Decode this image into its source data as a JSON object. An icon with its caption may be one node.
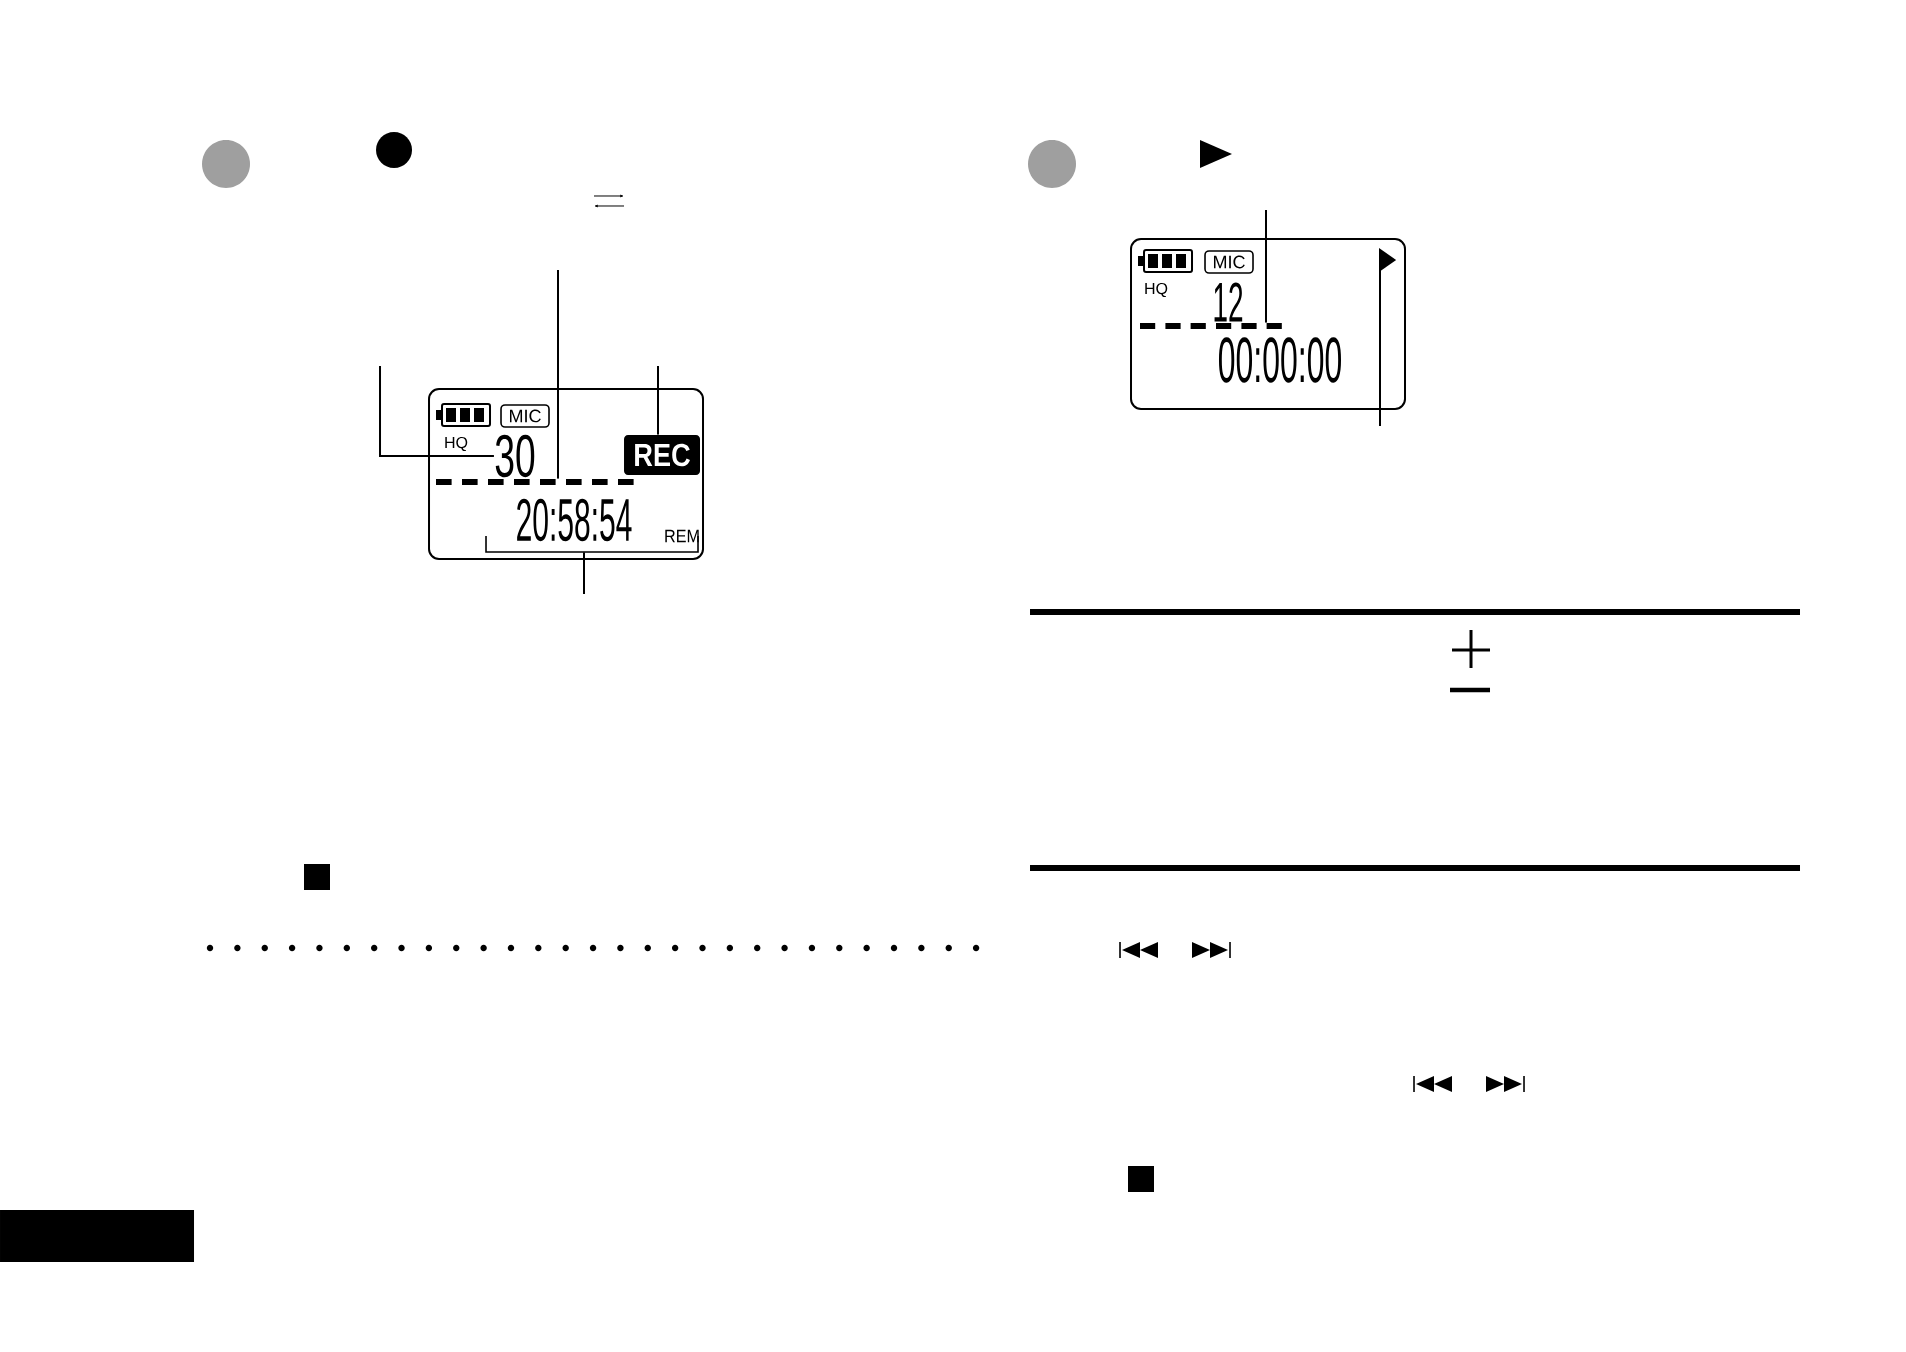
{
  "diagram": {
    "nodes": [
      {
        "text": [],
        "shape": "box"
      },
      {
        "text": [
          "MIC"
        ],
        "in": 0
      },
      {
        "text": [
          "30"
        ],
        "in": 0
      },
      {
        "text": [
          "REC"
        ],
        "in": 0
      },
      {
        "text": [],
        "shape": "bar",
        "in": 0
      },
      {
        "text": [
          "20:58:54"
        ],
        "in": 0
      },
      {
        "text": [],
        "shape": "box"
      },
      {
        "text": [
          "MIC"
        ],
        "in": 6
      },
      {
        "text": [],
        "shape": "bar",
        "in": 6
      },
      {
        "text": [],
        "shape": "triangle",
        "in": 6
      }
    ],
    "edges": [
      {
        "from": null,
        "to": 4,
        "arrow": "none"
      },
      {
        "from": null,
        "to": 2,
        "arrow": "none"
      },
      {
        "from": null,
        "to": 3,
        "arrow": "none"
      },
      {
        "from": null,
        "to": 5,
        "arrow": "none"
      },
      {
        "from": null,
        "to": 8,
        "arrow": "none"
      },
      {
        "from": null,
        "to": 9,
        "arrow": "none"
      }
    ],
    "labels": [
      "HQ",
      "REM",
      "HQ",
      "12",
      "00:00:00"
    ]
  }
}
